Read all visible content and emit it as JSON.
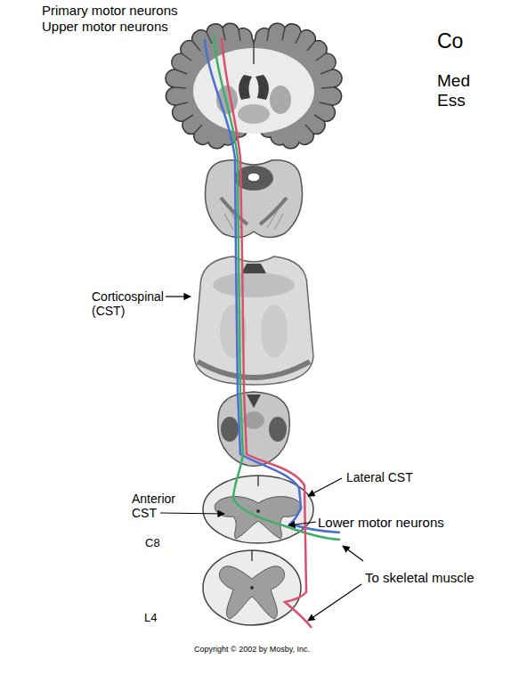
{
  "diagram": {
    "title": "Co",
    "labels": [
      "Primary motor neurons",
      "Upper motor neurons",
      "Med",
      "Ess",
      "Corticospinal (CST)",
      "Lateral CST",
      "Anterior CST",
      "Lower motor neurons",
      "C8",
      "To skeletal muscle",
      "L4",
      "Copyright © 2002 by Mosby, Inc."
    ]
  }
}
